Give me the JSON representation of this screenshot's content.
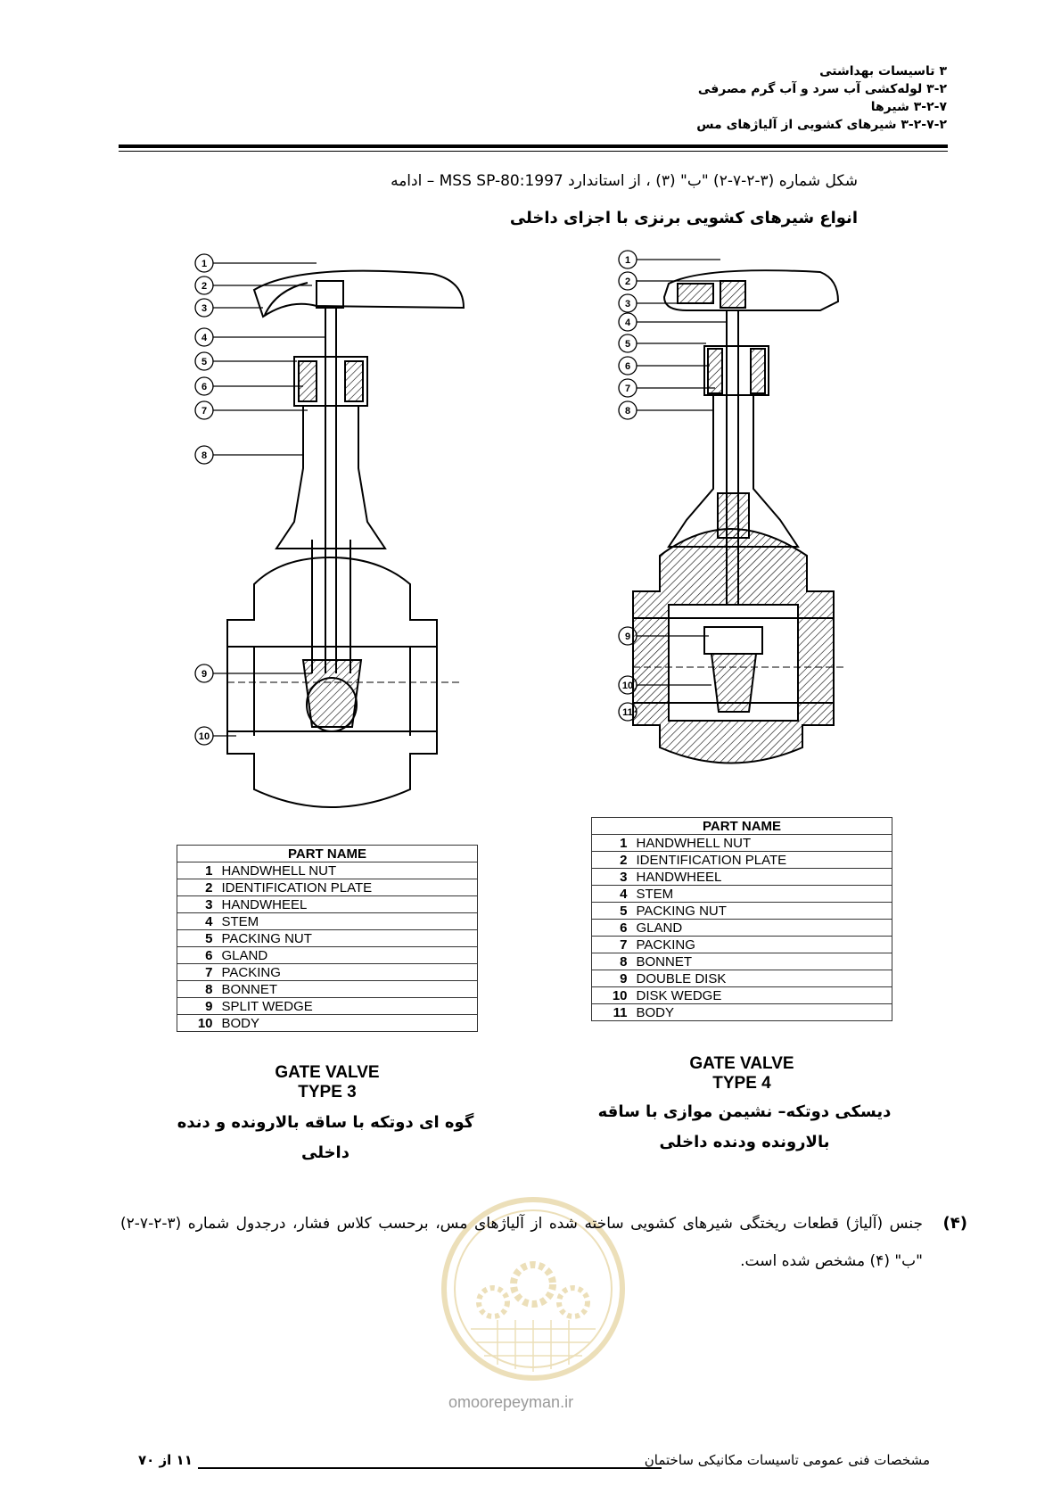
{
  "header": {
    "line1": "۳ تاسیسات بهداشتی",
    "line2": "۳-۲ لوله‌کشی آب سرد و آب گرم مصرفی",
    "line3": "۳-۲-۷ شیرها",
    "line4": "۳-۲-۷-۲ شیرهای کشویی از آلیاژهای مس"
  },
  "figure": {
    "caption": "شکل شماره (۳-۲-۷-۲) \"ب\" (۳) ، از استاندارد MSS SP-80:1997 – ادامه",
    "title": "انواع شیرهای کشویی برنزی با اجزای داخلی"
  },
  "type3": {
    "callouts": [
      "1",
      "2",
      "3",
      "4",
      "5",
      "6",
      "7",
      "8",
      "9",
      "10"
    ],
    "table_header": "PART NAME",
    "parts": [
      {
        "num": "1",
        "name": "HANDWHELL NUT"
      },
      {
        "num": "2",
        "name": "IDENTIFICATION PLATE"
      },
      {
        "num": "3",
        "name": "HANDWHEEL"
      },
      {
        "num": "4",
        "name": "STEM"
      },
      {
        "num": "5",
        "name": "PACKING NUT"
      },
      {
        "num": "6",
        "name": "GLAND"
      },
      {
        "num": "7",
        "name": "PACKING"
      },
      {
        "num": "8",
        "name": "BONNET"
      },
      {
        "num": "9",
        "name": "SPLIT WEDGE"
      },
      {
        "num": "10",
        "name": "BODY"
      }
    ],
    "title1": "GATE VALVE",
    "title2": "TYPE 3",
    "persian": "گوه ای دوتکه با ساقه بالارونده و دنده داخلی"
  },
  "type4": {
    "callouts": [
      "1",
      "2",
      "3",
      "4",
      "5",
      "6",
      "7",
      "8",
      "9",
      "10",
      "11"
    ],
    "table_header": "PART NAME",
    "parts": [
      {
        "num": "1",
        "name": "HANDWHELL NUT"
      },
      {
        "num": "2",
        "name": "IDENTIFICATION PLATE"
      },
      {
        "num": "3",
        "name": "HANDWHEEL"
      },
      {
        "num": "4",
        "name": "STEM"
      },
      {
        "num": "5",
        "name": "PACKING NUT"
      },
      {
        "num": "6",
        "name": "GLAND"
      },
      {
        "num": "7",
        "name": "PACKING"
      },
      {
        "num": "8",
        "name": "BONNET"
      },
      {
        "num": "9",
        "name": "DOUBLE DISK"
      },
      {
        "num": "10",
        "name": "DISK WEDGE"
      },
      {
        "num": "11",
        "name": "BODY"
      }
    ],
    "title1": "GATE VALVE",
    "title2": "TYPE 4",
    "persian1": "دیسکی دوتکه– نشیمن موازی با ساقه",
    "persian2": "بالارونده ودنده داخلی"
  },
  "paragraph": {
    "number": "(۴)",
    "text": "جنس (آلیاژ) قطعات ریختگی شیرهای کشویی ساخته شده از آلیاژهای مس، برحسب کلاس فشار، درجدول شماره (۳-۲-۷-۲) \"ب\" (۴) مشخص شده است."
  },
  "watermark": "omoorepeyman.ir",
  "footer": {
    "title": "مشخصات فنی عمومی تاسیسات مکانیکی ساختمان",
    "page": "۱۱ از ۷۰"
  }
}
